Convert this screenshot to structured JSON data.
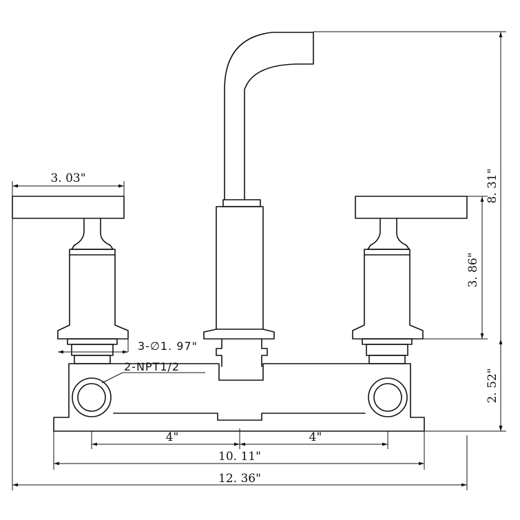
{
  "dimensions": {
    "handle_width": "3. 03\"",
    "total_height": "8. 31\"",
    "handle_height": "3. 86\"",
    "base_height": "2. 52\"",
    "hole_diameter": "3-∅1. 97\"",
    "thread_spec": "2-NPT1/2",
    "spacing_left": "4\"",
    "spacing_right": "4\"",
    "inlet_width": "10. 11\"",
    "overall_width": "12. 36\""
  },
  "colors": {
    "line": "#111111",
    "background": "#ffffff"
  }
}
